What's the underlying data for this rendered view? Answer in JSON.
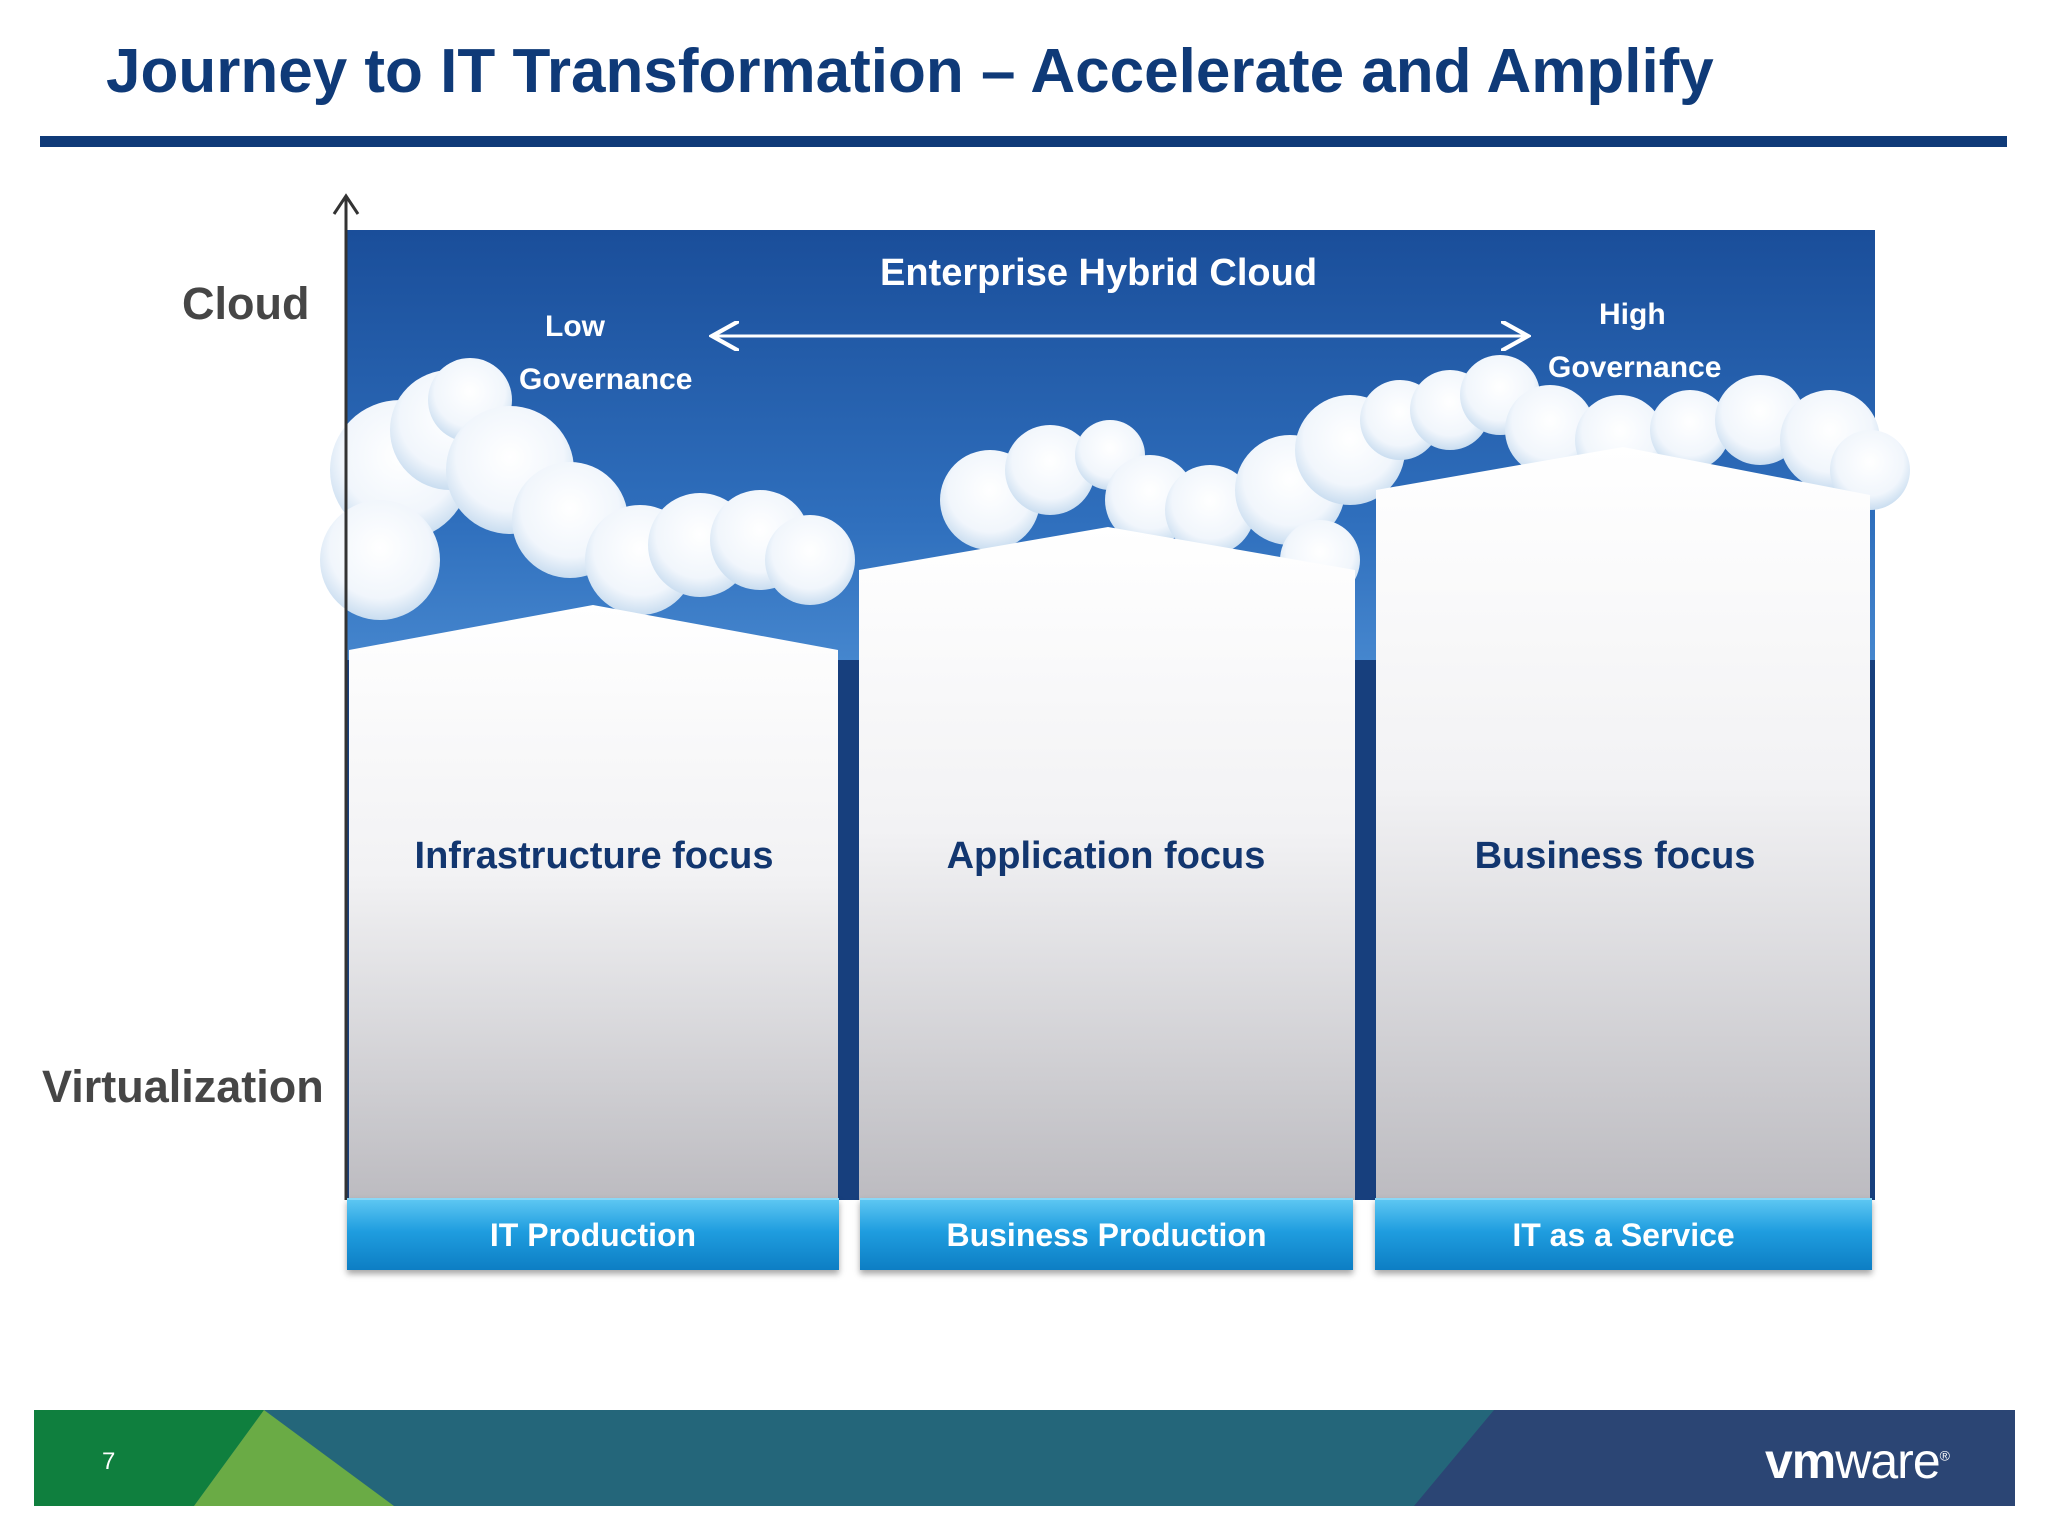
{
  "slide": {
    "title": "Journey to IT Transformation – Accelerate and Amplify",
    "page_number": "7"
  },
  "axis": {
    "top_label": "Cloud",
    "bottom_label": "Virtualization"
  },
  "banner": {
    "title": "Enterprise Hybrid Cloud",
    "low_line1": "Low",
    "low_line2": "Governance",
    "high_line1": "High",
    "high_line2": "Governance"
  },
  "pillars": [
    {
      "focus": "Infrastructure focus",
      "stage": "IT Production"
    },
    {
      "focus": "Application focus",
      "stage": "Business Production"
    },
    {
      "focus": "Business focus",
      "stage": "IT as a Service"
    }
  ],
  "footer": {
    "logo_vm": "vm",
    "logo_ware": "ware",
    "logo_mark": "®"
  },
  "colors": {
    "title": "#0f3a78",
    "sky_top": "#1a4f9c",
    "sky_bottom": "#5aa6e4",
    "button": "#1f9ddf",
    "footer_green": "#0f7f3e",
    "footer_teal": "#24667a",
    "footer_navy": "#2b4574"
  }
}
